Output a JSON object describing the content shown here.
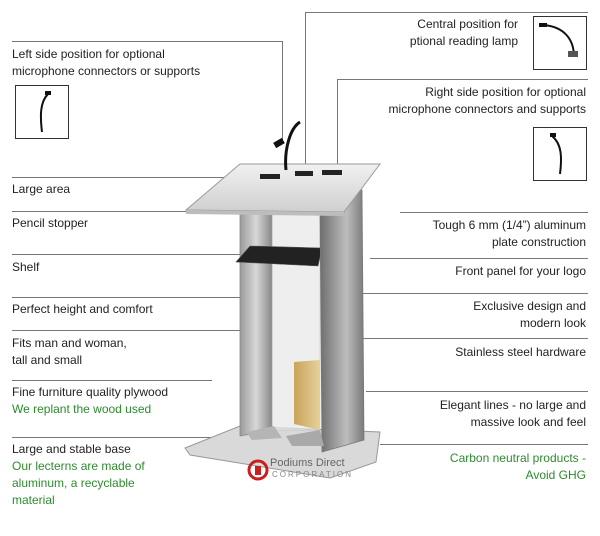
{
  "labels": {
    "left_side": [
      "Left side position for optional",
      "microphone connectors or supports"
    ],
    "central": [
      "Central position for",
      "ptional reading lamp"
    ],
    "right_side": [
      "Right side position for optional",
      "microphone connectors and supports"
    ],
    "large_area": "Large area",
    "pencil_stopper": "Pencil stopper",
    "tough": [
      "Tough 6 mm (1/4”) aluminum",
      "plate construction"
    ],
    "shelf": "Shelf",
    "front_panel": "Front panel for your logo",
    "perfect_height": "Perfect height and comfort",
    "exclusive": [
      "Exclusive design and",
      "modern look"
    ],
    "fits": [
      "Fits man and woman,",
      "tall and small"
    ],
    "stainless": "Stainless steel hardware",
    "plywood": "Fine furniture quality plywood",
    "replant": "We replant the wood used",
    "elegant": [
      "Elegant lines - no large and",
      "massive look and feel"
    ],
    "base": "Large and stable base",
    "recyclable": [
      "Our lecterns are made of",
      "aluminum, a recyclable",
      "material"
    ],
    "carbon": [
      "Carbon neutral products -",
      "Avoid GHG"
    ]
  },
  "logo": {
    "name": "Podiums Direct",
    "sub": "CORPORATION"
  },
  "colors": {
    "green": "#2e8b2e",
    "text": "#222222",
    "line": "#777777",
    "logo_red": "#c8201e"
  }
}
